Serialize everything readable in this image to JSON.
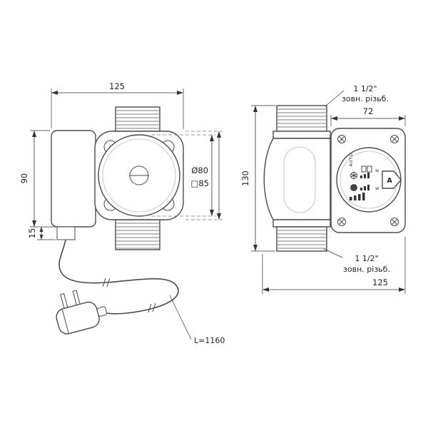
{
  "side_view": {
    "dim_top_width": "125",
    "dim_motor_height": "90",
    "dim_stub_height": "15",
    "dim_impeller_diameter": "Ø80",
    "dim_body_square": "□85",
    "cable_length_label": "L=1160"
  },
  "front_view": {
    "dim_box_width": "72",
    "dim_total_height": "130",
    "dim_total_width": "125",
    "callout_top": {
      "line1": "1 1/2\"",
      "line2": "зовн. різьб."
    },
    "callout_bottom": {
      "line1": "1 1/2\"",
      "line2": "зовн. різьб."
    },
    "panel": {
      "auto_label": "AUTO",
      "knob_label": "A",
      "watt_label": "w"
    }
  }
}
